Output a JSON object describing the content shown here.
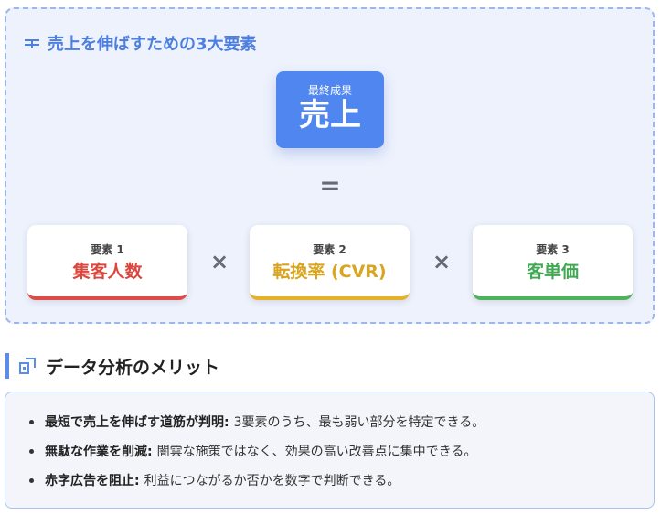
{
  "formula": {
    "title": "売上を伸ばすための3大要素",
    "result": {
      "caption": "最終成果",
      "value": "売上"
    },
    "equals": "=",
    "operator": "×",
    "factors": [
      {
        "index_label": "要素 1",
        "name": "集客人数",
        "color": "#d9473f"
      },
      {
        "index_label": "要素 2",
        "name": "転換率 (CVR)",
        "color": "#d9a41f"
      },
      {
        "index_label": "要素 3",
        "name": "客単価",
        "color": "#43a853"
      }
    ]
  },
  "merits": {
    "heading": "データ分析のメリット",
    "items": [
      {
        "strong": "最短で売上を伸ばす道筋が判明:",
        "text": "3要素のうち、最も弱い部分を特定できる。"
      },
      {
        "strong": "無駄な作業を削減:",
        "text": "闇雲な施策ではなく、効果の高い改善点に集中できる。"
      },
      {
        "strong": "赤字広告を阻止:",
        "text": "利益につながるか否かを数字で判断できる。"
      }
    ]
  },
  "colors": {
    "accent": "#4f86f0",
    "title_blue": "#4d7fe0"
  }
}
